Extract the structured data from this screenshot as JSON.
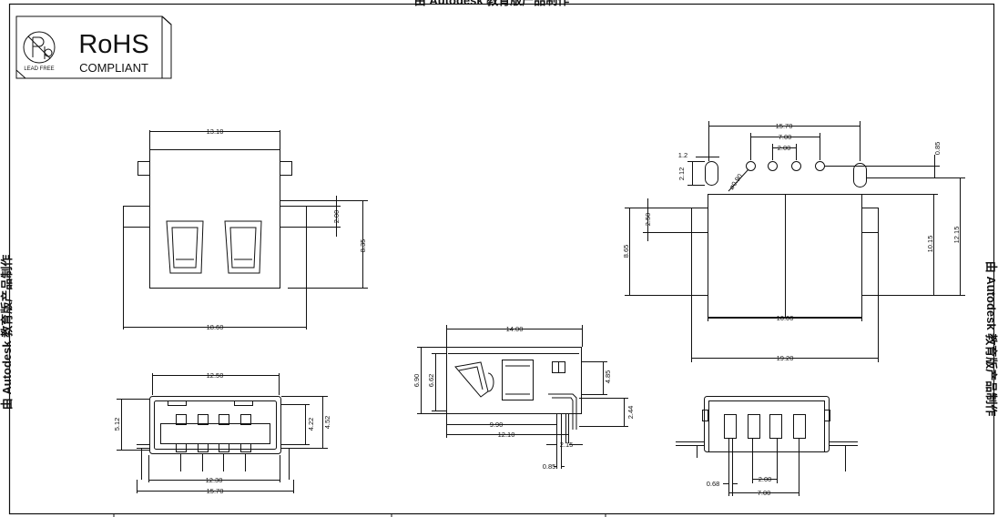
{
  "watermark": {
    "top": "由 Autodesk 教育版产品制作",
    "left": "由 Autodesk 教育版产品制作",
    "right": "由 Autodesk 教育版产品制作"
  },
  "rohs": {
    "title": "RoHS",
    "subtitle": "COMPLIANT",
    "lead_free": "LEAD FREE",
    "logo_letter": "Pb"
  },
  "front_view": {
    "dims": {
      "top_width": "13.10",
      "side_height": "2.00",
      "total_height": "8.35",
      "bottom_width": "18.60"
    }
  },
  "side_view": {
    "dims": {
      "length": "14.00",
      "height_a": "6.90",
      "height_b": "6.62",
      "tab_height": "4.85",
      "pin_len": "2.44",
      "len_a": "9.90",
      "len_b": "12.10",
      "pin_off": "2.15",
      "pin_w": "0.85"
    }
  },
  "footprint_view": {
    "dims": {
      "span": "15.70",
      "pitch_outer": "7.00",
      "pitch_inner": "2.00",
      "slot_w": "1.2",
      "slot_h": "2.12",
      "hole": "ø0.90",
      "offset": "0.85",
      "side_a": "2.50",
      "height_a": "8.65",
      "body_w": "16.00",
      "height_b": "10.15",
      "height_c": "12.15",
      "total_w": "19.20"
    }
  },
  "receptacle_view": {
    "dims": {
      "top_width": "12.50",
      "height_a": "5.12",
      "height_b": "4.22",
      "height_c": "4.52",
      "pin_span": "12.30",
      "total_width": "15.70"
    }
  },
  "pin_view": {
    "dims": {
      "pin_w": "0.68",
      "pitch": "2.00",
      "span": "7.00"
    }
  }
}
